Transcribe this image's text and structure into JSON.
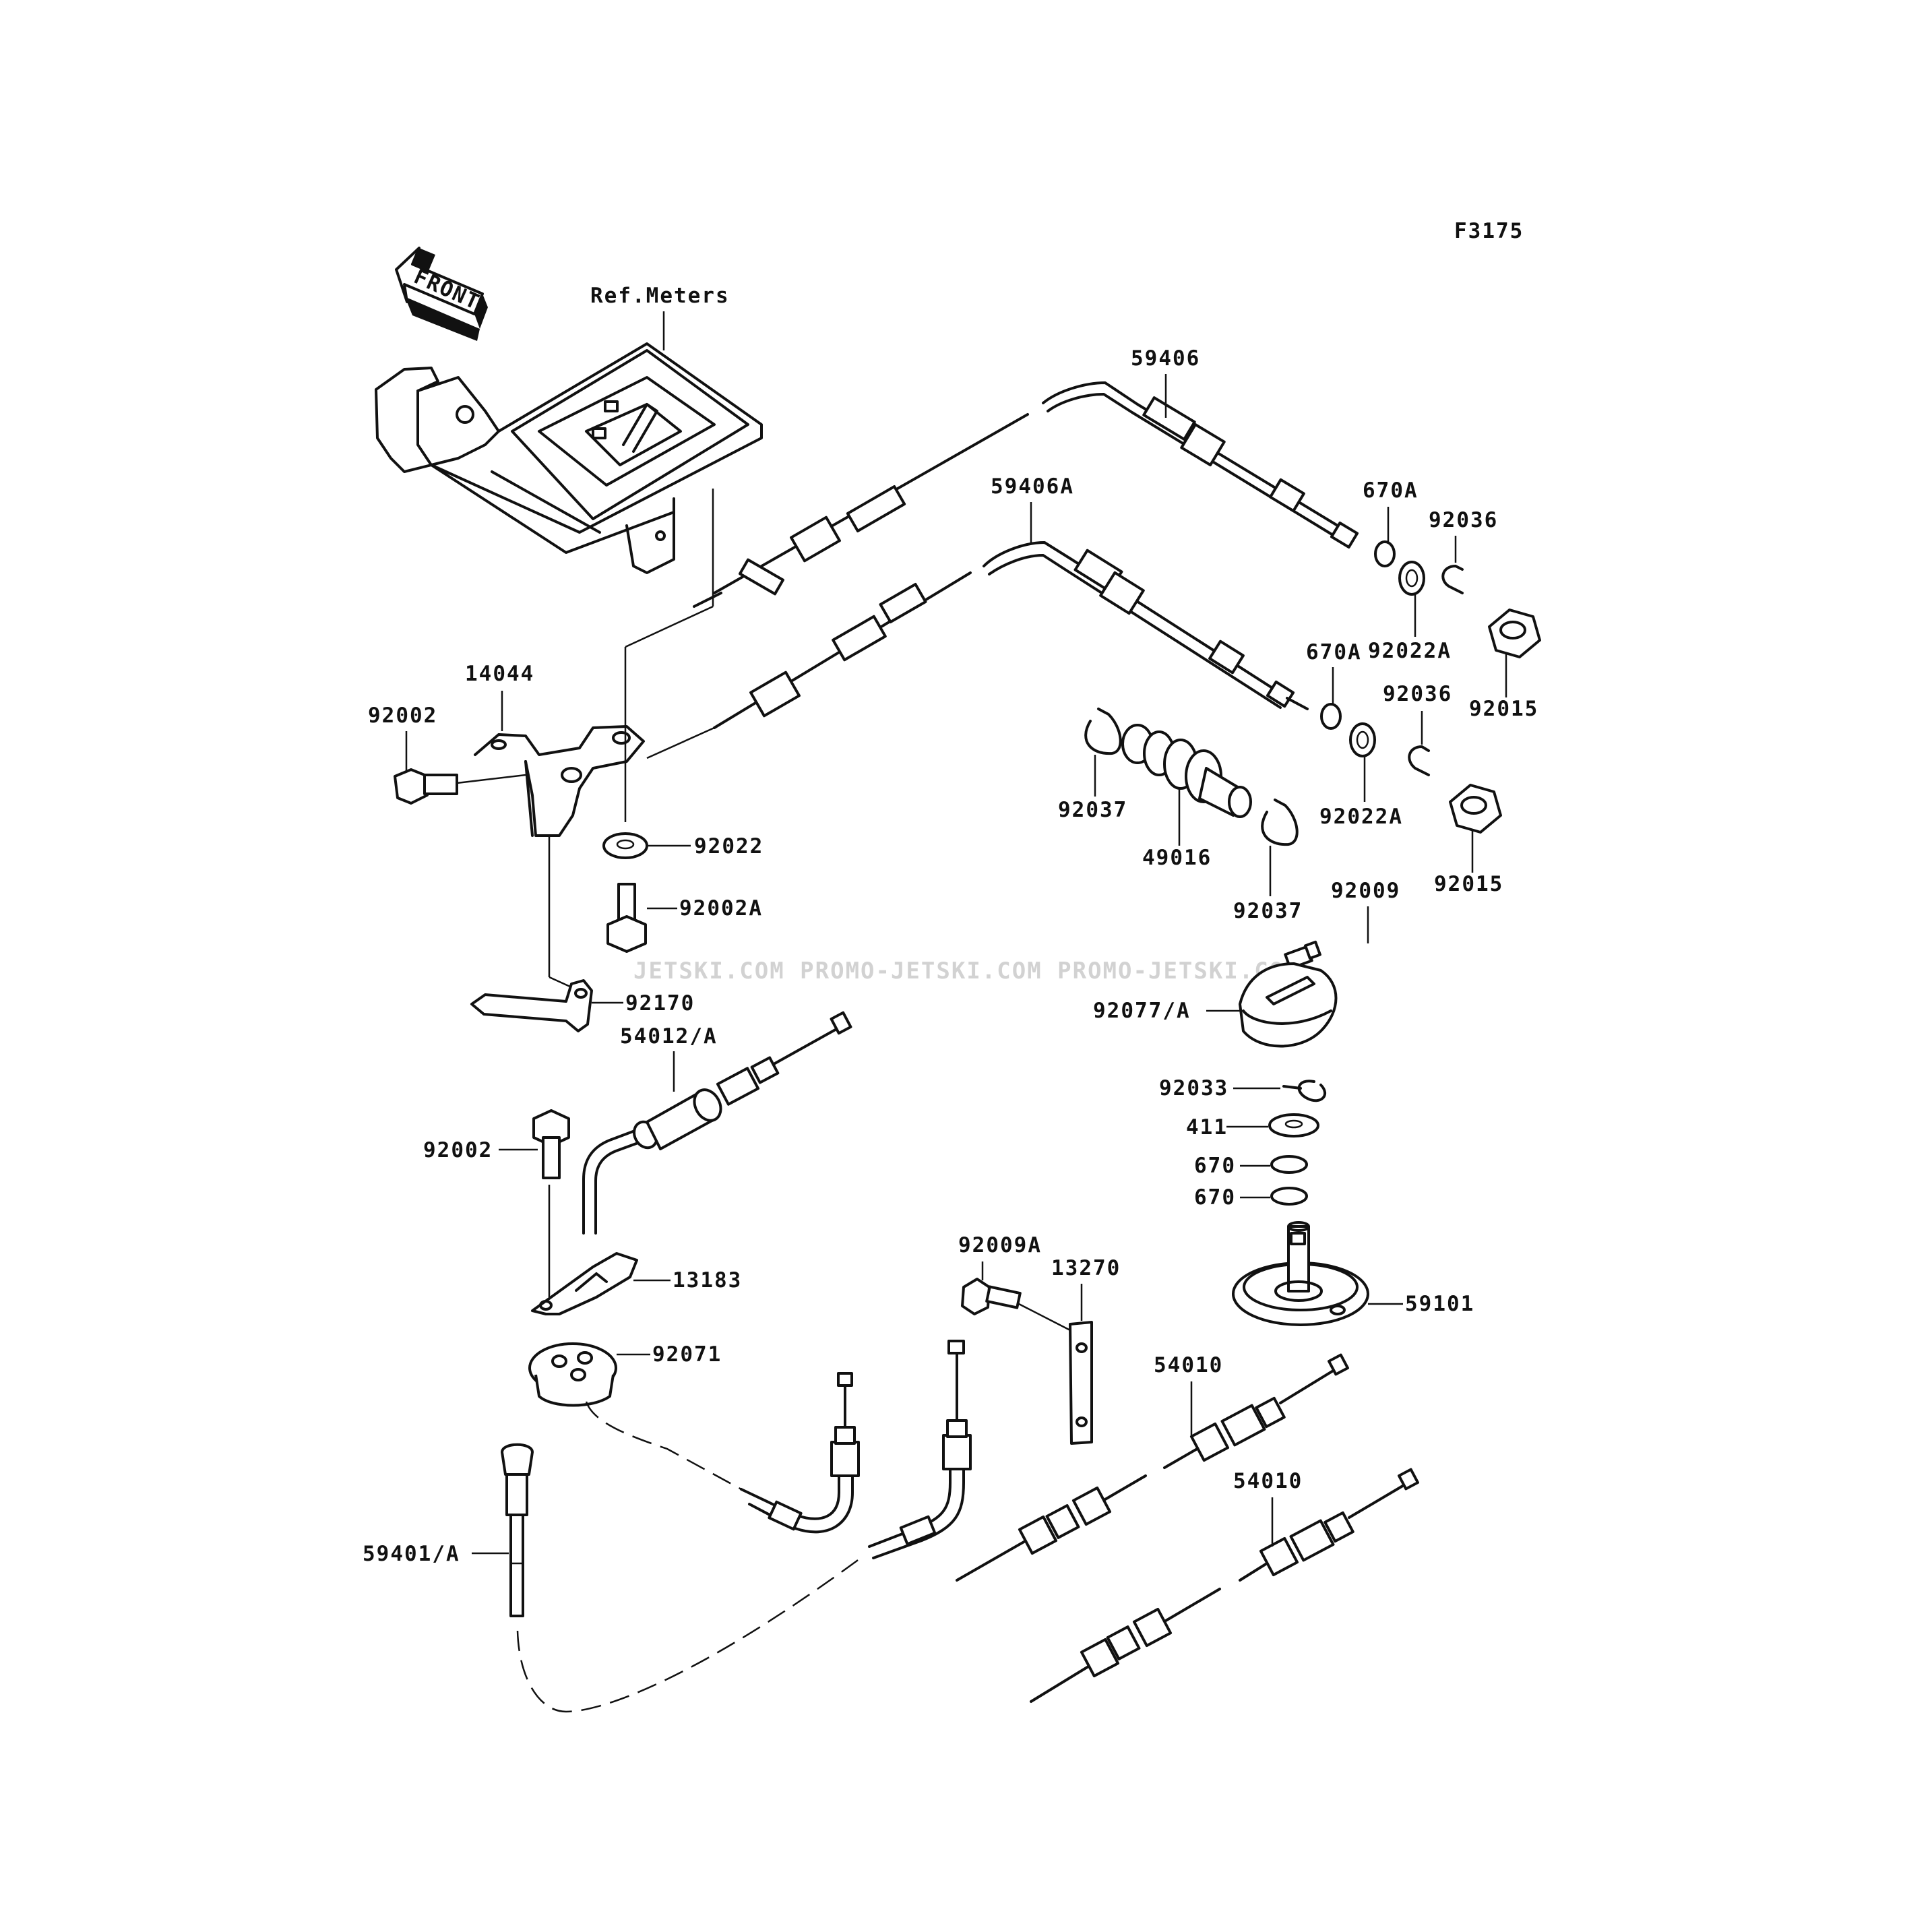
{
  "diagram": {
    "figure_code": "F3175",
    "front_label": "FRONT",
    "ref_label": "Ref.Meters",
    "watermark": "JETSKI.COM  PROMO-JETSKI.COM  PROMO-JETSKI.COM"
  },
  "parts": [
    {
      "id": "59406",
      "label": "59406"
    },
    {
      "id": "59406A",
      "label": "59406A"
    },
    {
      "id": "670A-1",
      "label": "670A"
    },
    {
      "id": "92036-1",
      "label": "92036"
    },
    {
      "id": "670A-2",
      "label": "670A"
    },
    {
      "id": "92022A-1",
      "label": "92022A"
    },
    {
      "id": "92036-2",
      "label": "92036"
    },
    {
      "id": "92015-1",
      "label": "92015"
    },
    {
      "id": "14044",
      "label": "14044"
    },
    {
      "id": "92002-1",
      "label": "92002"
    },
    {
      "id": "92037-1",
      "label": "92037"
    },
    {
      "id": "49016",
      "label": "49016"
    },
    {
      "id": "92022A-2",
      "label": "92022A"
    },
    {
      "id": "92015-2",
      "label": "92015"
    },
    {
      "id": "92022",
      "label": "92022"
    },
    {
      "id": "92037-2",
      "label": "92037"
    },
    {
      "id": "92009",
      "label": "92009"
    },
    {
      "id": "92002A",
      "label": "92002A"
    },
    {
      "id": "92170",
      "label": "92170"
    },
    {
      "id": "92077A",
      "label": "92077/A"
    },
    {
      "id": "54012A",
      "label": "54012/A"
    },
    {
      "id": "92033",
      "label": "92033"
    },
    {
      "id": "411",
      "label": "411"
    },
    {
      "id": "92002-2",
      "label": "92002"
    },
    {
      "id": "670-1",
      "label": "670"
    },
    {
      "id": "670-2",
      "label": "670"
    },
    {
      "id": "92009A",
      "label": "92009A"
    },
    {
      "id": "13270",
      "label": "13270"
    },
    {
      "id": "13183",
      "label": "13183"
    },
    {
      "id": "59101",
      "label": "59101"
    },
    {
      "id": "92071",
      "label": "92071"
    },
    {
      "id": "54010-1",
      "label": "54010"
    },
    {
      "id": "54010-2",
      "label": "54010"
    },
    {
      "id": "59401A",
      "label": "59401/A"
    }
  ]
}
